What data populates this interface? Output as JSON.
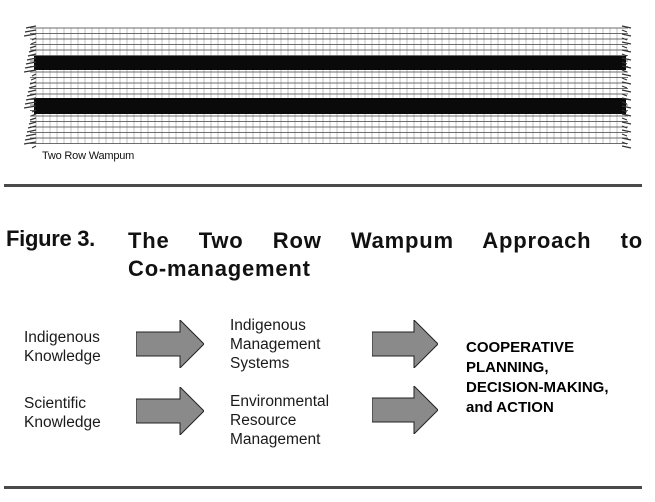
{
  "wampum": {
    "caption": "Two Row Wampum",
    "colors": {
      "background": "#ffffff",
      "grid": "#555555",
      "band": "#0a0a0a"
    }
  },
  "figure": {
    "label": "Figure 3.",
    "title_line1": "The Two Row Wampum Approach to",
    "title_line2": "Co-management"
  },
  "diagram": {
    "row1": {
      "source": [
        "Indigenous",
        "Knowledge"
      ],
      "system": [
        "Indigenous",
        "Management",
        "Systems"
      ]
    },
    "row2": {
      "source": [
        "Scientific",
        "Knowledge"
      ],
      "system": [
        "Environmental",
        "Resource",
        "Management"
      ]
    },
    "outcome": [
      "COOPERATIVE",
      "PLANNING,",
      "DECISION-MAKING,",
      "and ACTION"
    ],
    "arrow_color": "#8a8a8a",
    "arrow_icon": "right-arrow-icon"
  }
}
